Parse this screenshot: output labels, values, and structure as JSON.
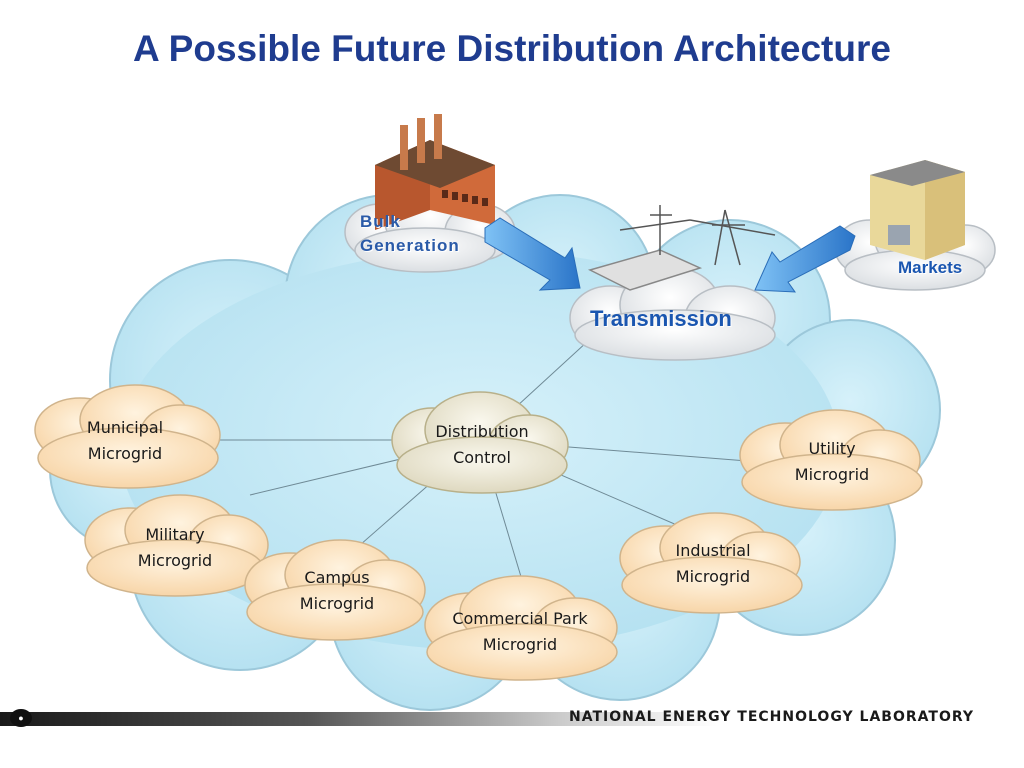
{
  "title": "A Possible Future Distribution Architecture",
  "nodes": {
    "bulk_generation": [
      "Bulk",
      "Generation"
    ],
    "transmission": "Transmission",
    "markets": "Markets",
    "distribution_control": [
      "Distribution",
      "Control"
    ],
    "municipal": [
      "Municipal",
      "Microgrid"
    ],
    "military": [
      "Military",
      "Microgrid"
    ],
    "campus": [
      "Campus",
      "Microgrid"
    ],
    "commercial": [
      "Commercial Park",
      "Microgrid"
    ],
    "industrial": [
      "Industrial",
      "Microgrid"
    ],
    "utility": [
      "Utility",
      "Microgrid"
    ]
  },
  "footer": "NATIONAL ENERGY TECHNOLOGY LABORATORY",
  "colors": {
    "title": "#1f3c8f",
    "big_cloud": "#c2e8f5",
    "microgrid_cloud": "#fde3c0",
    "control_cloud": "#eeead7",
    "arrow": "#2f7fd0"
  }
}
